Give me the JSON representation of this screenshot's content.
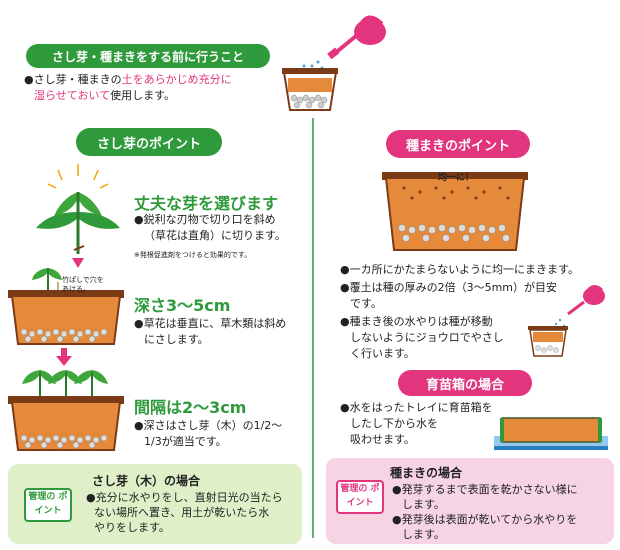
{
  "top": {
    "title": "さし芽・種まきをする前に行うこと",
    "line1_a": "●さし芽・種まきの",
    "line1_b": "土をあらかじめ充分に",
    "line2_a": "湿らせておいて",
    "line2_b": "使用します。"
  },
  "sashime": {
    "heading": "さし芽のポイント",
    "step1_title": "丈夫な芽を選びます",
    "step1_l1": "●鋭利な刃物で切り口を斜め",
    "step1_l2": "（草花は直角）に切ります。",
    "step1_note": "※発根促進剤をつけると効果的です。",
    "stick_note": "竹ぱしで穴をあける。",
    "step2_title": "深さ3～5cm",
    "step2_l1": "●草花は垂直に、草木類は斜め",
    "step2_l2": "にさします。",
    "step3_title": "間隔は2～3cm",
    "step3_l1": "●深さはさし芽（木）の1/2～",
    "step3_l2": "1/3が適当です。"
  },
  "left_box": {
    "badge": "管理の ポイント",
    "title": "さし芽（木）の場合",
    "l1": "●充分に水やりをし、直射日光の当たら",
    "l2": "ない場所へ置き、用土が乾いたら水",
    "l3": "やりをします。"
  },
  "tanemaki": {
    "heading": "種まきのポイント",
    "even_label": "均一に！",
    "b1": "●一カ所にかたまらないように均一にまきます。",
    "b2_l1": "●覆土は種の厚みの2倍（3～5mm）が目安",
    "b2_l2": "です。",
    "b3_l1": "●種まき後の水やりは種が移動",
    "b3_l2": "しないようにジョウロでやさし",
    "b3_l3": "く行います。"
  },
  "ikubyo": {
    "heading": "育苗箱の場合",
    "l1": "●水をはったトレイに育苗箱を",
    "l2": "したし下から水を",
    "l3": "吸わせます。"
  },
  "right_box": {
    "badge": "管理の ポイント",
    "title": "種まきの場合",
    "l1": "●発芽するまで表面を乾かさない様に",
    "l2": "します。",
    "l3": "●発芽後は表面が乾いてから水やりを",
    "l4": "します。"
  },
  "colors": {
    "green": "#2f9a3b",
    "pink": "#e2357e",
    "soil": "#e58a3a",
    "pot": "#7a3b16"
  }
}
